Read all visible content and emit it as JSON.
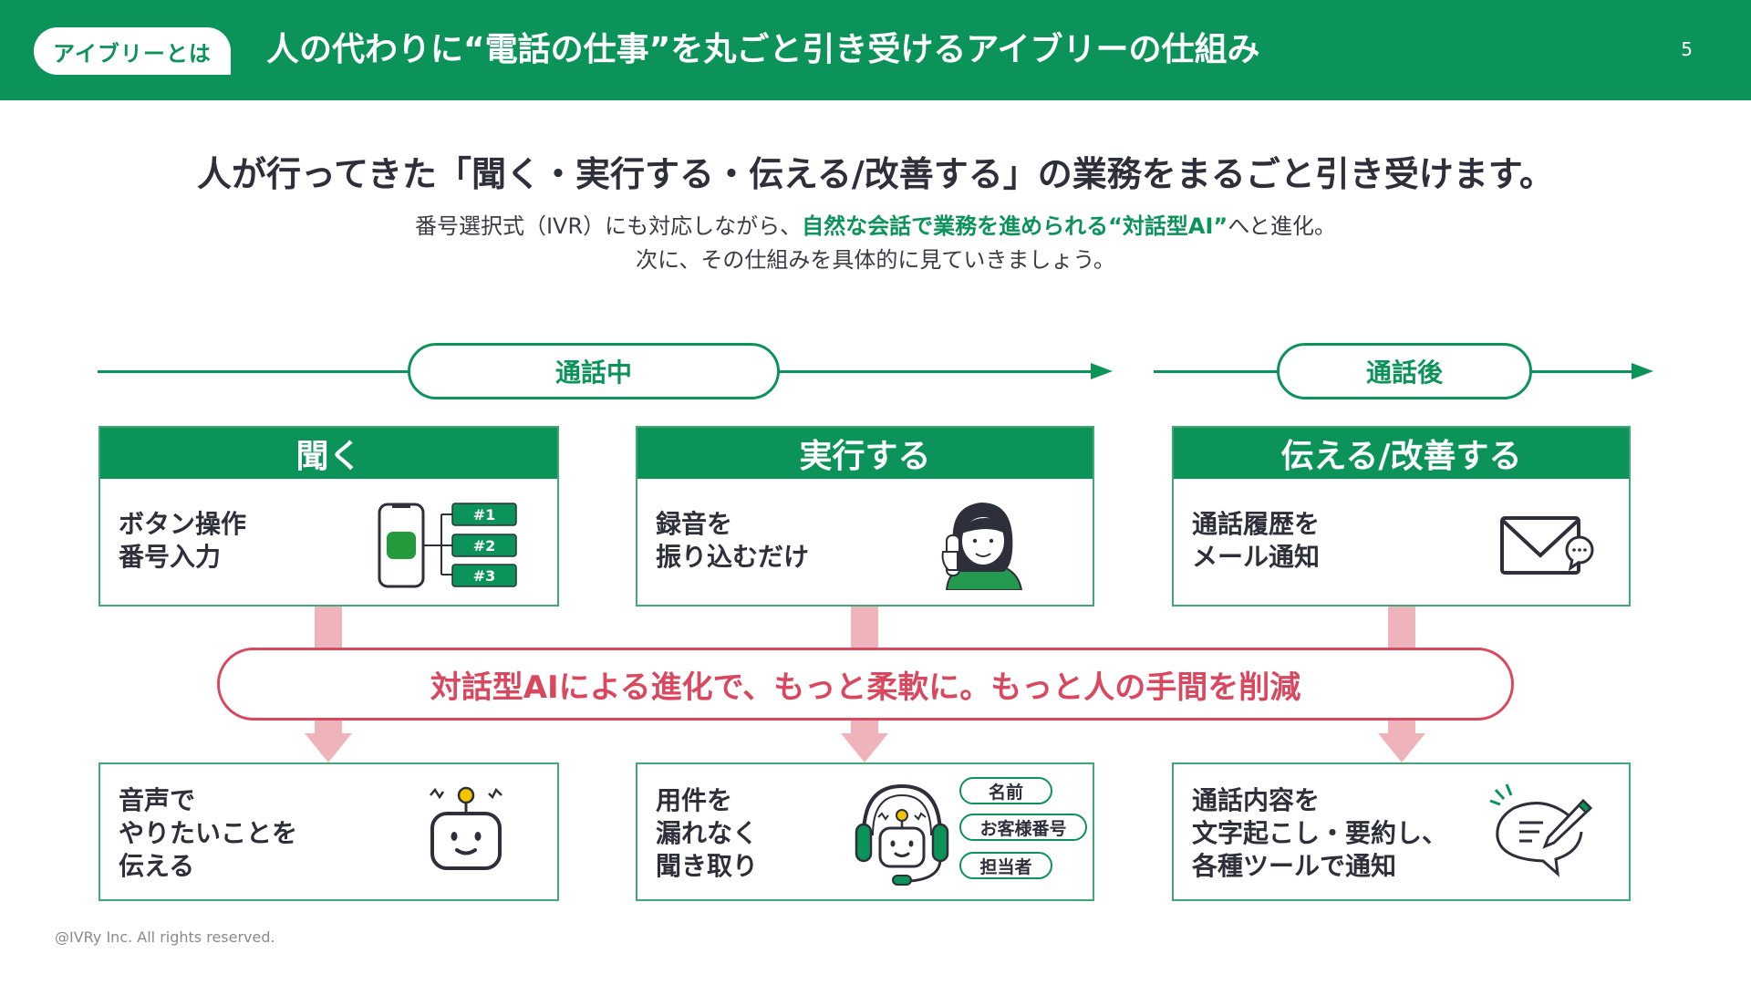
{
  "header": {
    "badge": "アイブリーとは",
    "title": "人の代わりに“電話の仕事”を丸ごと引き受けるアイブリーの仕組み",
    "page_number": "5"
  },
  "intro": {
    "lead": "人が行ってきた「聞く・実行する・伝える/改善する」の業務をまるごと引き受けます。",
    "sub1_pre": "番号選択式（IVR）にも対応しながら、",
    "sub1_highlight": "自然な会話で業務を進められる“対話型AI”",
    "sub1_post": "へと進化。",
    "sub2": "次に、その仕組みを具体的に見ていきましょう。"
  },
  "timeline": {
    "phases": [
      {
        "label": "通話中"
      },
      {
        "label": "通話後"
      }
    ]
  },
  "top_cards": [
    {
      "title": "聞く",
      "text": "ボタン操作\n番号入力",
      "icon": "ivr-phone-menu-icon",
      "menu_options": [
        "#1",
        "#2",
        "#3"
      ]
    },
    {
      "title": "実行する",
      "text": "録音を\n振り込むだけ",
      "icon": "person-on-phone-icon"
    },
    {
      "title": "伝える/改善する",
      "text": "通話履歴を\nメール通知",
      "icon": "mail-chat-icon"
    }
  ],
  "evolution_banner": "対話型AIによる進化で、もっと柔軟に。もっと人の手間を削減",
  "bottom_cards": [
    {
      "text": "音声で\nやりたいことを\n伝える",
      "icon": "robot-icon"
    },
    {
      "text": "用件を\n漏れなく\n聞き取り",
      "icon": "robot-headset-icon",
      "tags": [
        "名前",
        "お客様番号",
        "担当者"
      ]
    },
    {
      "text": "通話内容を\n文字起こし・要約し、\n各種ツールで通知",
      "icon": "speech-bubble-pen-icon"
    }
  ],
  "footer": "@IVRy Inc. All rights reserved.",
  "colors": {
    "brand_green": "#0b935a",
    "accent_red": "#d9485f",
    "arrow_pink": "#efb3bb",
    "text_dark": "#2d2f3a",
    "robot_yellow": "#f5c400"
  }
}
